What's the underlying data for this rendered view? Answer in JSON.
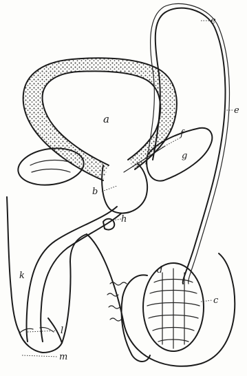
{
  "labels": {
    "a": "a",
    "b": "b",
    "c": "c",
    "d": "d",
    "e1": "e",
    "e2": "e",
    "f": "f",
    "g": "g",
    "h": "h",
    "k": "k",
    "l": "l",
    "m": "m"
  },
  "colors": {
    "ink": "#1b1b1b",
    "paper": "#fdfdfb"
  }
}
